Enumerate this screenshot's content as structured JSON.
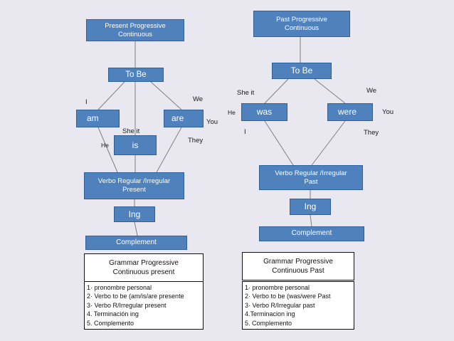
{
  "left": {
    "header": [
      "Present Progressive",
      "Continuous"
    ],
    "tobe": "To Be",
    "verbs": {
      "am": "am",
      "are": "are",
      "is": "is"
    },
    "pronouns": {
      "i": "I",
      "we": "We",
      "you": "You",
      "she_it": "She  it",
      "he": "He",
      "they": "They"
    },
    "verbo": [
      "Verbo Regular /Irregular",
      "Present"
    ],
    "ing": "Ing",
    "complement": "Complement",
    "grammar_title": [
      "Grammar Progressive",
      "Continuous  present"
    ],
    "steps": [
      "1· pronombre personal",
      "2· Verbo to be (am/is/are presente",
      "3· Verbo R/Irregular present",
      "4. Terminación ing",
      "5. Complemento"
    ]
  },
  "right": {
    "header": [
      "Past  Progressive",
      "Continuous"
    ],
    "tobe": "To Be",
    "verbs": {
      "was": "was",
      "were": "were"
    },
    "pronouns": {
      "she_it": "She  it",
      "we": "We",
      "he": "He",
      "you": "You",
      "i": "I",
      "they": "They"
    },
    "verbo": [
      "Verbo Regular /Irregular",
      "Past"
    ],
    "ing": "Ing",
    "complement": "Complement",
    "grammar_title": [
      "Grammar Progressive",
      "Continuous Past"
    ],
    "steps": [
      "1· pronombre personal",
      "2· Verbo to be (was/were Past",
      "3· Verbo R/Irregular past",
      "4.Terminacion ing",
      "5. Complemento"
    ]
  }
}
